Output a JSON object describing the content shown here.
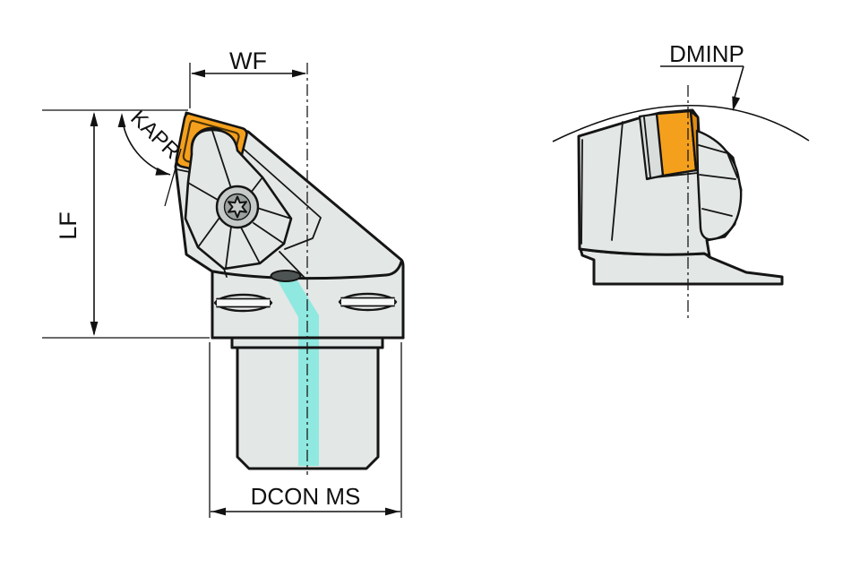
{
  "drawing": {
    "labels": {
      "wf": "WF",
      "kapr": "KAPR",
      "lf": "LF",
      "dcon": "DCON MS",
      "dminp": "DMINP"
    },
    "colors": {
      "background": "#FFFFFF",
      "outline": "#151515",
      "body": "#E3E7E6",
      "body_shade": "#D9DEDD",
      "insert_orange": "#F5A01D",
      "insert_orange_dark": "#DE8A10",
      "coolant_cyan": "#8FE9E0",
      "coolant_port_dark": "#4E5453",
      "hole_gray": "#C4C9C8",
      "screw_outer": "#C6CBCA",
      "screw_inner": "#9BA2A0"
    }
  }
}
